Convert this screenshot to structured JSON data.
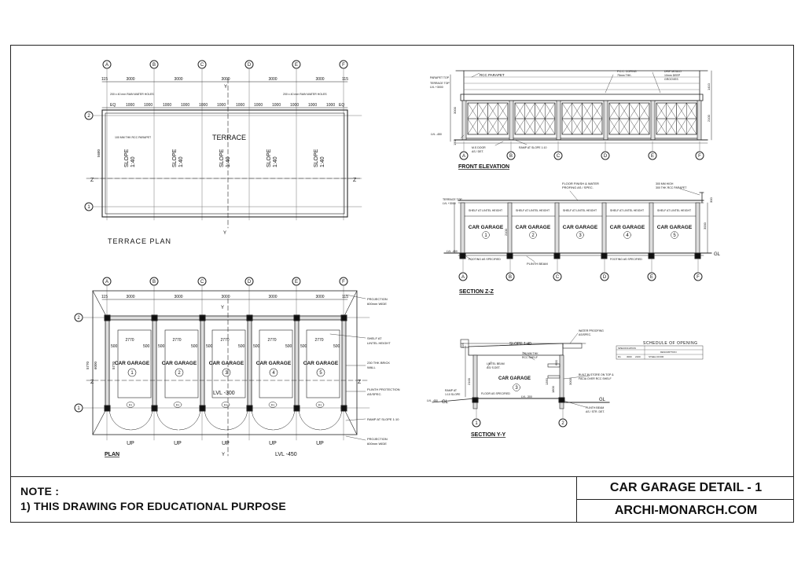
{
  "sheet": {
    "note_title": "NOTE :",
    "note_line": "1) THIS DRAWING FOR EDUCATIONAL PURPOSE",
    "drawing_title": "CAR GARAGE DETAIL - 1",
    "website": "ARCHI-MONARCH.COM"
  },
  "grid": {
    "columns": [
      "A",
      "B",
      "C",
      "D",
      "E",
      "F"
    ],
    "rows": [
      "1",
      "2"
    ]
  },
  "terrace_plan": {
    "title": "TERRACE PLAN",
    "label": "TERRACE",
    "slope_labels": [
      "SLOPE",
      "1:40"
    ],
    "spans": [
      "115",
      "3000",
      "3000",
      "3000",
      "3000",
      "3000",
      "115"
    ],
    "sub_spans": [
      "1000",
      "1000",
      "1000"
    ],
    "eq": "EQ",
    "overall_dim": "5680",
    "pipe_note_left": "200 x 40 mm RAIN WATER HOLES",
    "pipe_note_right": "200 x 40 mm RAIN WATER HOLES",
    "parapet_note": "100 MM THK RCC PARAPET",
    "section_y": "Y",
    "section_z": "Z"
  },
  "plan": {
    "title": "PLAN",
    "level_inside": "LVL -300",
    "level_outside": "LVL -450",
    "garage_label": "CAR GARAGE",
    "garage_numbers": [
      "1",
      "2",
      "3",
      "4",
      "5"
    ],
    "door_tag": "D1",
    "up_label": "UP",
    "dims": {
      "span": "3000",
      "inner": "2770",
      "side": "500",
      "height1": "5770",
      "height2": "6000"
    },
    "notes": [
      "PROJECTION",
      "600mm WIDE",
      "SHELF AT",
      "LINTEL HEIGHT",
      "230 THK BRICK",
      "WALL",
      "PLINTH PROTECTION",
      "AS/SPEC.",
      "RAMP AT SLOPE 1:10",
      "PROJECTION",
      "600mm WIDE"
    ]
  },
  "front_elevation": {
    "title": "FRONT ELEVATION",
    "notes": [
      "RCC PARAPET",
      "P.C.C. COPING",
      "75mm THK.",
      "DRIP MOULD",
      "10mm DEEP",
      "GROOVES",
      "M.S DOOR",
      "AS / DET.",
      "RAMP AT SLOPE 1:10"
    ],
    "levels": [
      "PARAPET TOP",
      "TERRACE TOP",
      "LVL +3000",
      "LVL -450"
    ],
    "dims": [
      "3000",
      "2100",
      "1410",
      "450",
      "150"
    ]
  },
  "section_zz": {
    "title": "SECTION Z-Z",
    "notes": [
      "FLOOR FINISH & WATER",
      "PROFING AS / SPEC.",
      "300 MM HIGH",
      "300 THK RCC PARAPET",
      "SHELF AT LINTEL HEIGHT",
      "PLINTH BEAM",
      "FOOTING AS SPECIFIED"
    ],
    "levels": [
      "TERRACE TOP",
      "LVL +3000",
      "LVL -450"
    ],
    "garage_label": "CAR GARAGE",
    "gl": "GL",
    "dims": [
      "300",
      "2100",
      "3000"
    ]
  },
  "section_yy": {
    "title": "SECTION Y-Y",
    "slope": "SLOPE 1:40",
    "garage_label": "CAR GARAGE",
    "garage_number": "3",
    "notes": [
      "WATER PROOFING",
      "AS/SPEC.",
      "100 MM THK",
      "RCC SHELF",
      "LINTEL BEAM",
      "AS/ S.DET.",
      "FLOOR AS SPECIFIED",
      "RAMP AT",
      "1:10 SLOPE",
      "BUILT IN STORE ON TOP &",
      "FACIA OVER RCC SHELF",
      "PLINTH BEAM",
      "AS / STR. DET."
    ],
    "levels": [
      "LVL -300",
      "LVL -450"
    ],
    "gl": "GL",
    "dims": [
      "225",
      "600",
      "1800",
      "1350",
      "2100",
      "3000"
    ]
  },
  "schedule": {
    "title": "SCHEDULE OF OPENING",
    "headers": [
      "SPECIFICATION",
      "DESCRIPTION"
    ],
    "row": [
      "D1",
      "3000",
      "2100",
      "STEEL DOOR"
    ]
  }
}
